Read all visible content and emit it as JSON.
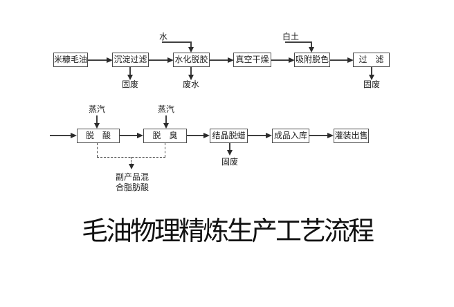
{
  "title": "毛油物理精炼生产工艺流程",
  "colors": {
    "background": "#ffffff",
    "line": "#3f3f3f",
    "box_border": "#4a4a4a",
    "text": "#1f1f1f"
  },
  "row1": {
    "boxes": [
      "米糠毛油",
      "沉淀过滤",
      "水化脱胶",
      "真空干燥",
      "吸附脱色",
      "过　滤"
    ],
    "inputs": {
      "water": "水",
      "clay": "白土"
    },
    "outputs": {
      "solid_waste_1": "固废",
      "wastewater": "废水",
      "solid_waste_2": "固废"
    }
  },
  "row2": {
    "boxes": [
      "脱　酸",
      "脱　臭",
      "结晶脱蜡",
      "成品入库",
      "灌装出售"
    ],
    "inputs": {
      "steam_1": "蒸汽",
      "steam_2": "蒸汽"
    },
    "outputs": {
      "solid_waste": "固废",
      "byproduct_line1": "副产品混",
      "byproduct_line2": "合脂肪酸"
    }
  }
}
